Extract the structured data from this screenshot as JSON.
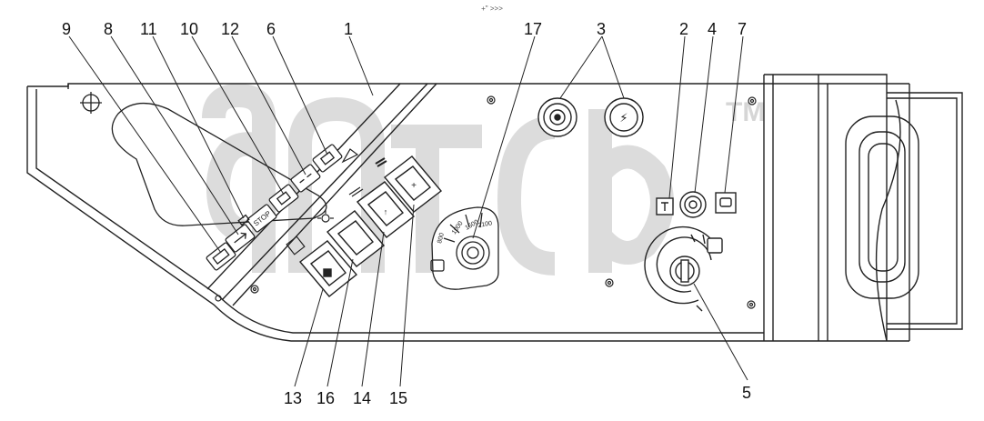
{
  "header_mark": "+\" >>>",
  "watermark": {
    "text": "",
    "tm": "TM",
    "color": "#d6d6d6"
  },
  "dial_labels": [
    "800",
    "1000",
    "1500",
    "2100"
  ],
  "callouts": [
    {
      "id": "9",
      "label": "9"
    },
    {
      "id": "8",
      "label": "8"
    },
    {
      "id": "11",
      "label": "11"
    },
    {
      "id": "10",
      "label": "10"
    },
    {
      "id": "12",
      "label": "12"
    },
    {
      "id": "6",
      "label": "6"
    },
    {
      "id": "1",
      "label": "1"
    },
    {
      "id": "17",
      "label": "17"
    },
    {
      "id": "3",
      "label": "3"
    },
    {
      "id": "2",
      "label": "2"
    },
    {
      "id": "4",
      "label": "4"
    },
    {
      "id": "7",
      "label": "7"
    },
    {
      "id": "13",
      "label": "13"
    },
    {
      "id": "16",
      "label": "16"
    },
    {
      "id": "14",
      "label": "14"
    },
    {
      "id": "15",
      "label": "15"
    },
    {
      "id": "5",
      "label": "5"
    }
  ],
  "colors": {
    "line": "#222222",
    "paper": "#ffffff",
    "watermark": "#d9d9d9"
  }
}
